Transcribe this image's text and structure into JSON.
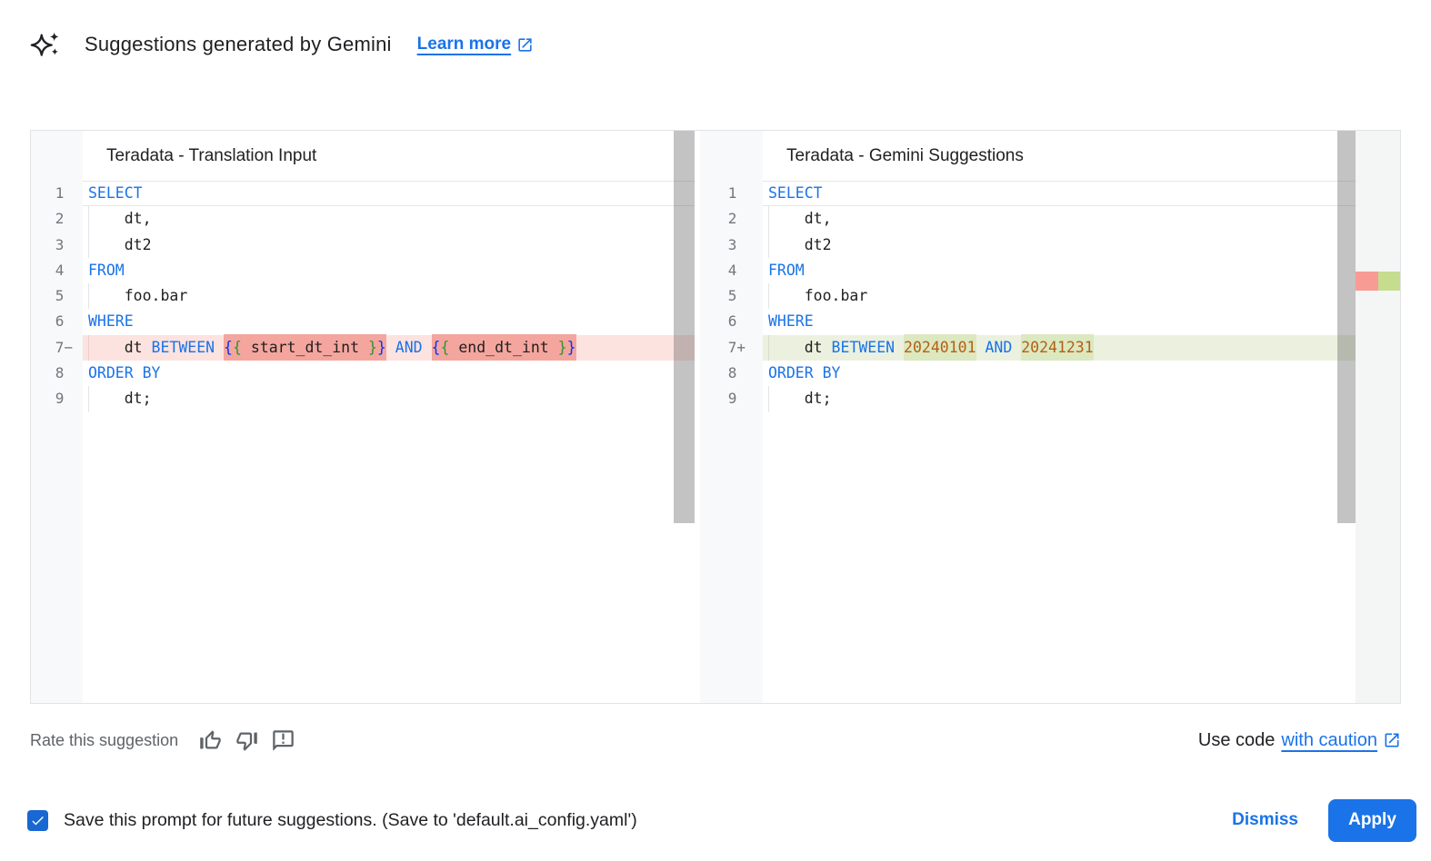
{
  "colors": {
    "accent": "#1a73e8",
    "kw": "#1a73e8",
    "num": "#b45f14",
    "b1": "#0431fa",
    "b2": "#319331",
    "checkbox": "#1967d2",
    "rem-line": "#fce3e0",
    "rem-word": "#f4a69e",
    "add-line": "#ebf1de",
    "add-word": "#dce8c0",
    "ruler-red": "#f89b94",
    "ruler-green": "#c6dd8f"
  },
  "header": {
    "title": "Suggestions generated by Gemini",
    "learn_more_label": "Learn more"
  },
  "panels": [
    {
      "title": "Teradata - Translation Input",
      "lines": [
        {
          "n": "1",
          "cur": true,
          "tokens": [
            {
              "t": "SELECT",
              "c": "kw"
            }
          ]
        },
        {
          "n": "2",
          "indent": true,
          "tokens": [
            {
              "t": "    dt,",
              "c": "pl"
            }
          ]
        },
        {
          "n": "3",
          "indent": true,
          "tokens": [
            {
              "t": "    dt2",
              "c": "pl"
            }
          ]
        },
        {
          "n": "4",
          "tokens": [
            {
              "t": "FROM",
              "c": "kw"
            }
          ]
        },
        {
          "n": "5",
          "indent": true,
          "tokens": [
            {
              "t": "    foo.bar",
              "c": "pl"
            }
          ]
        },
        {
          "n": "6",
          "tokens": [
            {
              "t": "WHERE",
              "c": "kw"
            }
          ]
        },
        {
          "n": "7",
          "suffix": "−",
          "diff": "removed",
          "indent": true,
          "tokens": [
            {
              "t": "    dt ",
              "c": "pl"
            },
            {
              "t": "BETWEEN",
              "c": "kw"
            },
            {
              "t": " ",
              "c": "pl"
            },
            {
              "t": "{",
              "c": "b1",
              "hl": true
            },
            {
              "t": "{",
              "c": "b2",
              "hl": true
            },
            {
              "t": " start_dt_int ",
              "c": "pl",
              "hl": true
            },
            {
              "t": "}",
              "c": "b2",
              "hl": true
            },
            {
              "t": "}",
              "c": "b1",
              "hl": true
            },
            {
              "t": " ",
              "c": "pl"
            },
            {
              "t": "AND",
              "c": "kw"
            },
            {
              "t": " ",
              "c": "pl"
            },
            {
              "t": "{",
              "c": "b1",
              "hl": true
            },
            {
              "t": "{",
              "c": "b2",
              "hl": true
            },
            {
              "t": " end_dt_int ",
              "c": "pl",
              "hl": true
            },
            {
              "t": "}",
              "c": "b2",
              "hl": true
            },
            {
              "t": "}",
              "c": "b1",
              "hl": true
            }
          ]
        },
        {
          "n": "8",
          "tokens": [
            {
              "t": "ORDER BY",
              "c": "kw"
            }
          ]
        },
        {
          "n": "9",
          "indent": true,
          "tokens": [
            {
              "t": "    dt;",
              "c": "pl"
            }
          ]
        }
      ]
    },
    {
      "title": "Teradata - Gemini Suggestions",
      "lines": [
        {
          "n": "1",
          "cur": true,
          "tokens": [
            {
              "t": "SELECT",
              "c": "kw"
            }
          ]
        },
        {
          "n": "2",
          "indent": true,
          "tokens": [
            {
              "t": "    dt,",
              "c": "pl"
            }
          ]
        },
        {
          "n": "3",
          "indent": true,
          "tokens": [
            {
              "t": "    dt2",
              "c": "pl"
            }
          ]
        },
        {
          "n": "4",
          "tokens": [
            {
              "t": "FROM",
              "c": "kw"
            }
          ]
        },
        {
          "n": "5",
          "indent": true,
          "tokens": [
            {
              "t": "    foo.bar",
              "c": "pl"
            }
          ]
        },
        {
          "n": "6",
          "tokens": [
            {
              "t": "WHERE",
              "c": "kw"
            }
          ]
        },
        {
          "n": "7",
          "suffix": "+",
          "diff": "added",
          "indent": true,
          "tokens": [
            {
              "t": "    dt ",
              "c": "pl"
            },
            {
              "t": "BETWEEN",
              "c": "kw"
            },
            {
              "t": " ",
              "c": "pl"
            },
            {
              "t": "20240101",
              "c": "num",
              "hl": true
            },
            {
              "t": " ",
              "c": "pl"
            },
            {
              "t": "AND",
              "c": "kw"
            },
            {
              "t": " ",
              "c": "pl"
            },
            {
              "t": "20241231",
              "c": "num",
              "hl": true
            }
          ]
        },
        {
          "n": "8",
          "tokens": [
            {
              "t": "ORDER BY",
              "c": "kw"
            }
          ]
        },
        {
          "n": "9",
          "indent": true,
          "tokens": [
            {
              "t": "    dt;",
              "c": "pl"
            }
          ]
        }
      ]
    }
  ],
  "rate": {
    "label": "Rate this suggestion",
    "use_code_prefix": "Use code",
    "caution_link": "with caution"
  },
  "footer": {
    "save_label": "Save this prompt for future suggestions. (Save to 'default.ai_config.yaml')",
    "checkbox_checked": true,
    "dismiss_label": "Dismiss",
    "apply_label": "Apply"
  }
}
